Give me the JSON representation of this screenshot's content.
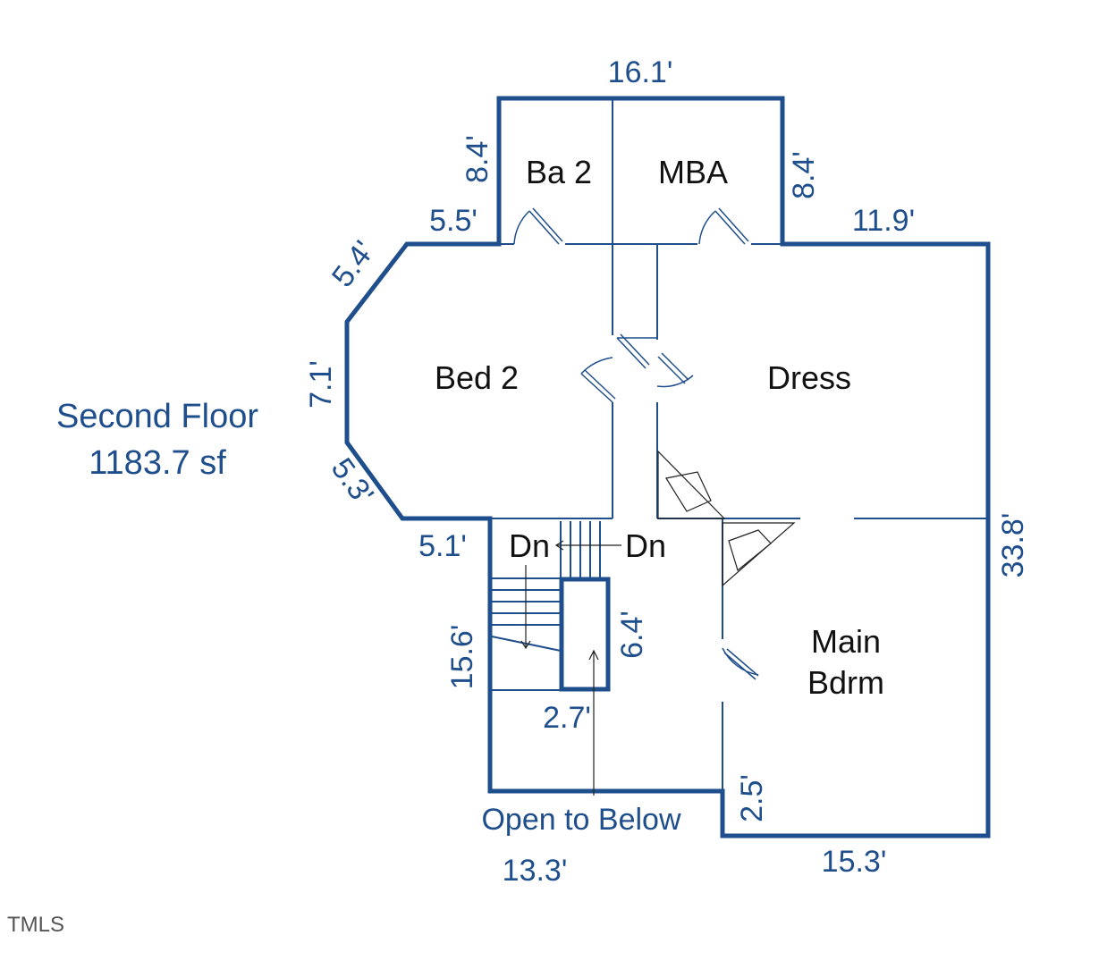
{
  "plan": {
    "title": "Second Floor",
    "area": "1183.7 sf",
    "watermark": "TMLS",
    "rooms": {
      "bath2": "Ba 2",
      "mba": "MBA",
      "bed2": "Bed 2",
      "dress": "Dress",
      "main_bdrm_line1": "Main",
      "main_bdrm_line2": "Bdrm",
      "open_to_below": "Open to Below",
      "stairs_down_left": "Dn",
      "stairs_down_right": "Dn"
    },
    "dimensions": {
      "top": "16.1'",
      "bath_left": "8.4'",
      "bath_right": "8.4'",
      "ledge_left": "5.5'",
      "right_ledge": "11.9'",
      "bay_upper": "5.4'",
      "bay_mid": "7.1'",
      "bay_lower": "5.3'",
      "stair_ledge": "5.1'",
      "stair_side": "15.6'",
      "stair_box_height": "6.4'",
      "stair_box_width": "2.7'",
      "bottom_left": "13.3'",
      "bottom_step": "2.5'",
      "bottom_right": "15.3'",
      "right_side": "33.8'"
    },
    "colors": {
      "wall": "#1f4e8c",
      "text": "#111111"
    }
  }
}
